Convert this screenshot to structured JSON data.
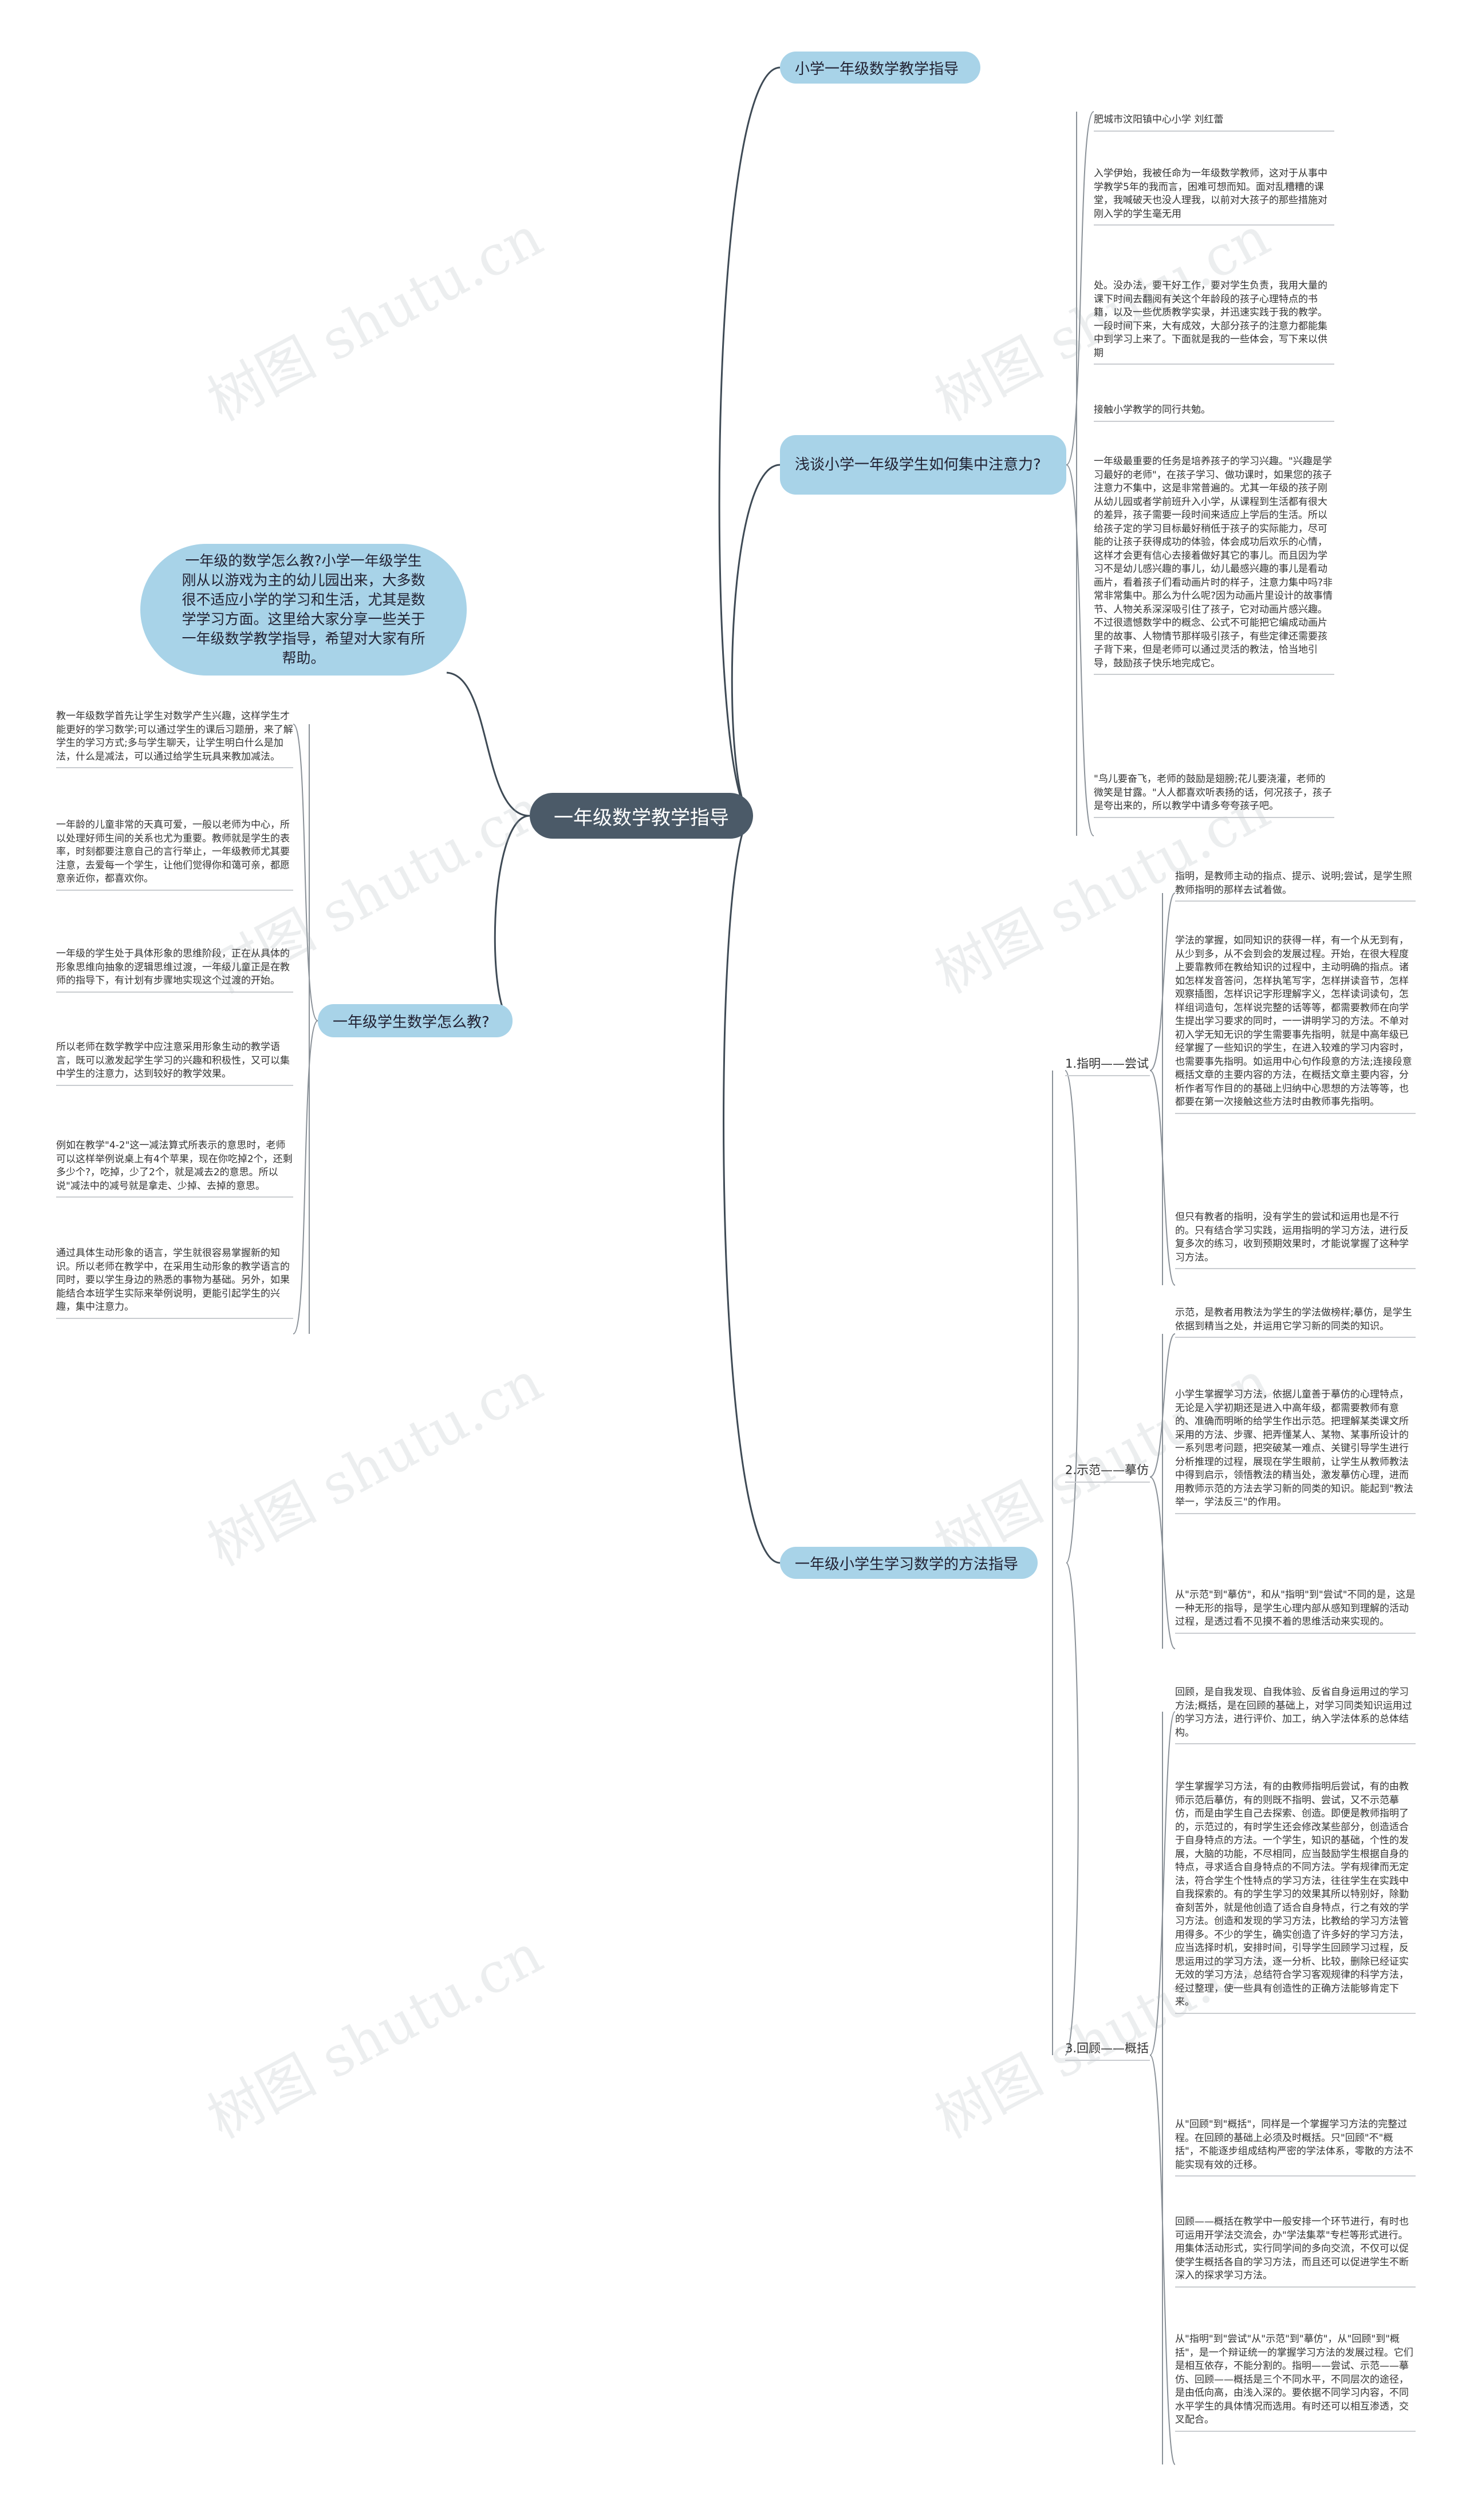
{
  "center": {
    "title": "一年级数学教学指导"
  },
  "intro": {
    "text": "一年级的数学怎么教?小学一年级学生刚从以游戏为主的幼儿园出来，大多数很不适应小学的学习和生活，尤其是数学学习方面。这里给大家分享一些关于一年级数学教学指导，希望对大家有所帮助。"
  },
  "branches": {
    "guide": {
      "label": "小学一年级数学教学指导"
    },
    "attention": {
      "label": "浅谈小学一年级学生如何集中注意力?",
      "leaves": [
        "肥城市汶阳镇中心小学 刘红蕾",
        "入学伊始，我被任命为一年级数学教师，这对于从事中学教学5年的我而言，困难可想而知。面对乱糟糟的课堂，我喊破天也没人理我，以前对大孩子的那些措施对刚入学的学生毫无用",
        "处。没办法，要干好工作，要对学生负责，我用大量的课下时间去翻阅有关这个年龄段的孩子心理特点的书籍，以及一些优质教学实录，并迅速实践于我的教学。一段时间下来，大有成效，大部分孩子的注意力都能集中到学习上来了。下面就是我的一些体会，写下来以供期",
        "接触小学教学的同行共勉。",
        "一年级最重要的任务是培养孩子的学习兴趣。\"兴趣是学习最好的老师\"，在孩子学习、做功课时，如果您的孩子注意力不集中，这是非常普遍的。尤其一年级的孩子刚从幼儿园或者学前班升入小学，从课程到生活都有很大的差异，孩子需要一段时间来适应上学后的生活。所以给孩子定的学习目标最好稍低于孩子的实际能力，尽可能的让孩子获得成功的体验，体会成功后欢乐的心情，这样才会更有信心去接着做好其它的事儿。而且因为学习不是幼儿感兴趣的事儿，幼儿最感兴趣的事儿是看动画片，看着孩子们看动画片时的样子，注意力集中吗?非常非常集中。那么为什么呢?因为动画片里设计的故事情节、人物关系深深吸引住了孩子，它对动画片感兴趣。不过很遗憾数学中的概念、公式不可能把它编成动画片里的故事、人物情节那样吸引孩子，有些定律还需要孩子背下来，但是老师可以通过灵活的教法，恰当地引导，鼓励孩子快乐地完成它。",
        "\"鸟儿要奋飞，老师的鼓励是翅膀;花儿要浇灌，老师的微笑是甘露。\"人人都喜欢听表扬的话，何况孩子，孩子是夸出来的，所以教学中请多夸夸孩子吧。"
      ]
    },
    "howto": {
      "label": "一年级学生数学怎么教?",
      "leaves": [
        "教一年级数学首先让学生对数学产生兴趣，这样学生才能更好的学习数学;可以通过学生的课后习题册，来了解学生的学习方式;多与学生聊天，让学生明白什么是加法，什么是减法，可以通过给学生玩具来教加减法。",
        "一年龄的儿童非常的天真可爱，一般以老师为中心，所以处理好师生间的关系也尤为重要。教师就是学生的表率，时刻都要注意自己的言行举止，一年级教师尤其要注意，去爱每一个学生，让他们觉得你和蔼可亲，都愿意亲近你，都喜欢你。",
        "一年级的学生处于具体形象的思维阶段，正在从具体的形象思维向抽象的逻辑思维过渡，一年级儿童正是在教师的指导下，有计划有步骤地实现这个过渡的开始。",
        "所以老师在数学教学中应注意采用形象生动的教学语言，既可以激发起学生学习的兴趣和积极性，又可以集中学生的注意力，达到较好的教学效果。",
        "例如在教学\"4-2\"这一减法算式所表示的意思时，老师可以这样举例说桌上有4个苹果，现在你吃掉2个，还剩多少个?，吃掉，少了2个，就是减去2的意思。所以说\"减法中的减号就是拿走、少掉、去掉的意思。",
        "通过具体生动形象的语言，学生就很容易掌握新的知识。所以老师在教学中，在采用生动形象的教学语言的同时，要以学生身边的熟悉的事物为基础。另外，如果能结合本班学生实际来举例说明，更能引起学生的兴趣，集中注意力。"
      ]
    },
    "method": {
      "label": "一年级小学生学习数学的方法指导",
      "subs": [
        {
          "label": "1.指明——尝试",
          "leaves": [
            "指明，是教师主动的指点、提示、说明;尝试，是学生照教师指明的那样去试着做。",
            "学法的掌握，如同知识的获得一样，有一个从无到有，从少到多，从不会到会的发展过程。开始，在很大程度上要靠教师在教给知识的过程中，主动明确的指点。诸如怎样发音答问，怎样执笔写字，怎样拼读音节，怎样观察插图，怎样识记字形理解字义，怎样读词读句，怎样组词造句，怎样说完整的话等等，都需要教师在向学生提出学习要求的同时，一一讲明学习的方法。不单对初入学无知无识的学生需要事先指明，就是中高年级已经掌握了一些知识的学生，在进入较难的学习内容时，也需要事先指明。如运用中心句作段意的方法;连接段意概括文章的主要内容的方法，在概括文章主要内容，分析作者写作目的的基础上归纳中心思想的方法等等，也都要在第一次接触这些方法时由教师事先指明。",
            "但只有教者的指明，没有学生的尝试和运用也是不行的。只有结合学习实践，运用指明的学习方法，进行反复多次的练习，收到预期效果时，才能说掌握了这种学习方法。"
          ]
        },
        {
          "label": "2.示范——摹仿",
          "leaves": [
            "示范，是教者用教法为学生的学法做榜样;摹仿，是学生依据到精当之处，并运用它学习新的同类的知识。",
            "小学生掌握学习方法，依据儿童善于摹仿的心理特点，无论是入学初期还是进入中高年级，都需要教师有意的、准确而明晰的给学生作出示范。把理解某类课文所采用的方法、步骤、把弄懂某人、某物、某事所设计的一系列思考问题，把突破某一难点、关键引导学生进行分析推理的过程，展现在学生眼前，让学生从教师教法中得到启示，领悟教法的精当处，激发摹仿心理，进而用教师示范的方法去学习新的同类的知识。能起到\"教法举一，学法反三\"的作用。",
            "从\"示范\"到\"摹仿\"，和从\"指明\"到\"尝试\"不同的是，这是一种无形的指导，是学生心理内部从感知到理解的活动过程，是透过看不见摸不着的思维活动来实现的。"
          ]
        },
        {
          "label": "3.回顾——概括",
          "leaves": [
            "回顾，是自我发现、自我体验、反省自身运用过的学习方法;概括，是在回顾的基础上，对学习同类知识运用过的学习方法，进行评价、加工，纳入学法体系的总体结构。",
            "学生掌握学习方法，有的由教师指明后尝试，有的由教师示范后摹仿，有的则既不指明、尝试，又不示范摹仿，而是由学生自己去探索、创造。即便是教师指明了的，示范过的，有时学生还会修改某些部分，创造适合于自身特点的方法。一个学生，知识的基础，个性的发展，大脑的功能，不尽相同，应当鼓励学生根据自身的特点，寻求适合自身特点的不同方法。学有规律而无定法，符合学生个性特点的学习方法，往往学生在实践中自我探索的。有的学生学习的效果其所以特别好，除勤奋刻苦外，就是他创造了适合自身特点，行之有效的学习方法。创造和发现的学习方法，比教给的学习方法管用得多。不少的学生，确实创造了许多好的学习方法，应当选择时机，安排时间，引导学生回顾学习过程，反思运用过的学习方法，逐一分析、比较，删除已经证实无效的学习方法，总结符合学习客观规律的科学方法，经过整理，使一些具有创造性的正确方法能够肯定下来。",
            "从\"回顾\"到\"概括\"，同样是一个掌握学习方法的完整过程。在回顾的基础上必须及时概括。只\"回顾\"不\"概括\"，不能逐步组成结构严密的学法体系，零散的方法不能实现有效的迁移。",
            "回顾——概括在教学中一般安排一个环节进行，有时也可运用开学法交流会，办\"学法集萃\"专栏等形式进行。用集体活动形式，实行同学间的多向交流，不仅可以促使学生概括各自的学习方法，而且还可以促进学生不断深入的探求学习方法。",
            "从\"指明\"到\"尝试\"从\"示范\"到\"摹仿\"，从\"回顾\"到\"概括\"，是一个辩证统一的掌握学习方法的发展过程。它们是相互依存，不能分割的。指明——尝试、示范——摹仿、回顾——概括是三个不同水平，不同层次的途径，是由低向高，由浅入深的。要依据不同学习内容，不同水平学生的具体情况而选用。有时还可以相互渗透，交叉配合。"
          ]
        }
      ]
    }
  },
  "watermark": {
    "text": "树图 shutu.cn"
  }
}
